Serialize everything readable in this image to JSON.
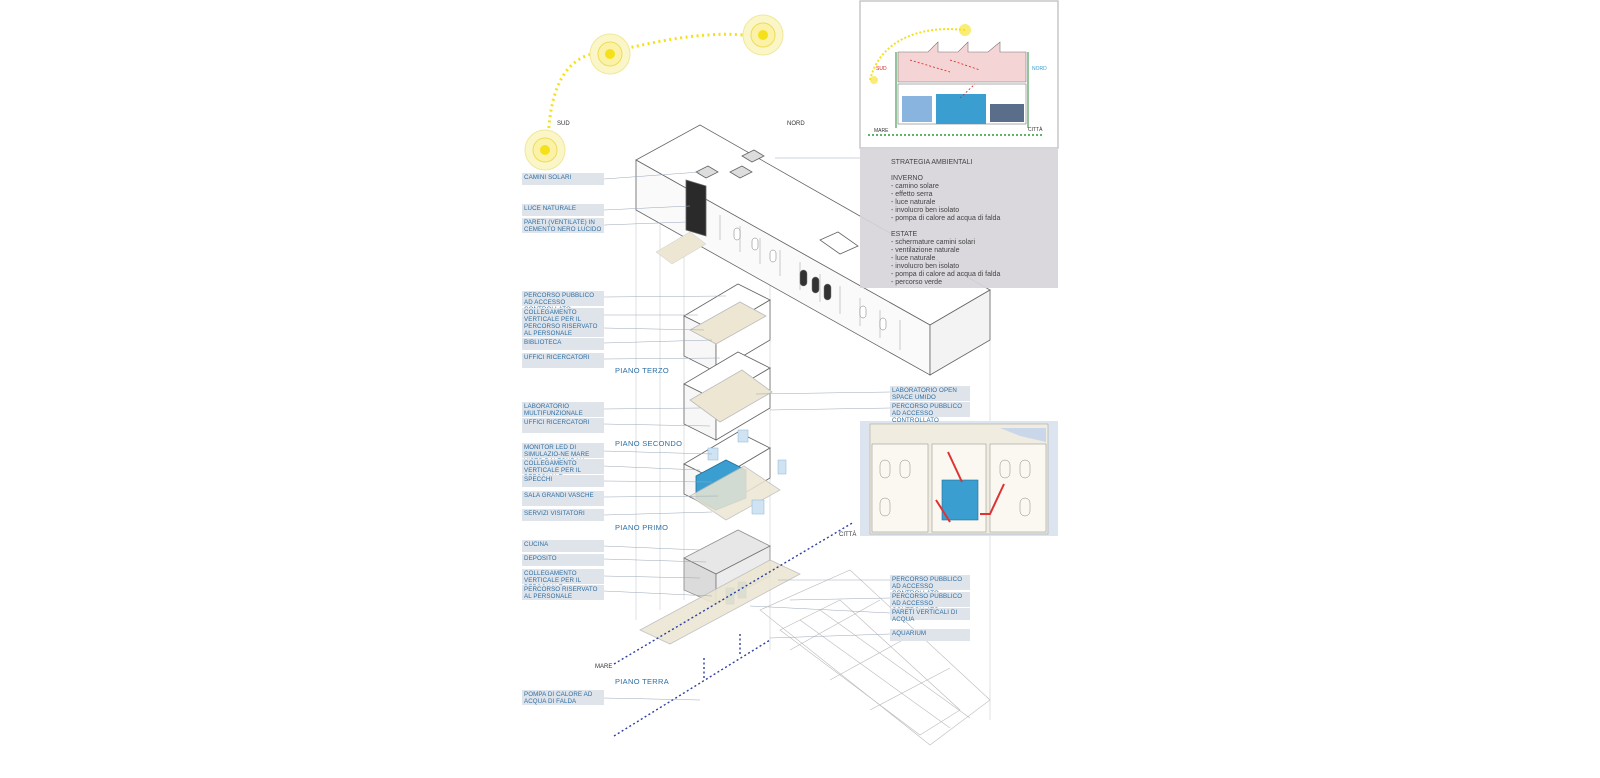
{
  "compass": {
    "sud": "SUD",
    "nord": "NORD",
    "mare": "MARE",
    "citta": "CITTÀ"
  },
  "section_top": {
    "sud": "SUD",
    "nord": "NORD",
    "mare": "MARE",
    "citta": "CITTÀ"
  },
  "strategy": {
    "title": "STRATEGIA AMBIENTALI",
    "winter_title": "INVERNO",
    "winter_items": [
      "- camino solare",
      "- effetto serra",
      "- luce naturale",
      "- involucro ben isolato",
      "- pompa di calore ad acqua di falda"
    ],
    "summer_title": "ESTATE",
    "summer_items": [
      "- schermature camini solari",
      "- ventilazione naturale",
      "- luce naturale",
      "- involucro ben isolato",
      "- pompa di calore ad acqua di falda",
      "- percorso verde"
    ]
  },
  "floors": {
    "terzo": "PIANO TERZO",
    "secondo": "PIANO SECONDO",
    "primo": "PIANO PRIMO",
    "terra": "PIANO TERRA"
  },
  "labels_left": [
    "CAMINI SOLARI",
    "LUCE NATURALE",
    "PARETI (VENTILATE) IN CEMENTO NERO LUCIDO",
    "PERCORSO PUBBLICO  AD ACCESSO CONTROLLATO",
    "COLLEGAMENTO VERTICALE PER IL PERSONALE",
    "PERCORSO RISERVATO AL PERSONALE",
    "BIBLIOTECA",
    "UFFICI RICERCATORI",
    "LABORATORIO MULTIFUNZIONALE",
    "UFFICI RICERCATORI",
    "MONITOR LED DI SIMULAZIO-NE MARE VISTO DAI FONDALI",
    "COLLEGAMENTO VERTICALE PER IL PERSONALE",
    "SPECCHI",
    "SALA GRANDI VASCHE",
    "SERVIZI VISITATORI",
    "CUCINA",
    "DEPOSITO",
    "COLLEGAMENTO VERTICALE PER IL PERSONALE",
    "PERCORSO RISERVATO AL PERSONALE",
    "POMPA DI CALORE AD ACQUA DI FALDA"
  ],
  "labels_right": [
    "LABORATORIO OPEN SPACE UMIDO",
    "PERCORSO PUBBLICO  AD ACCESSO CONTROLLATO",
    "PERCORSO PUBBLICO  AD ACCESSO CONTROLLATO",
    "PERCORSO PUBBLICO  AD ACCESSO CONTROLLATO",
    "PARETI VERTICALI DI ACQUA",
    "AQUARIUM"
  ],
  "colors": {
    "label_bg": "#dfe3ea",
    "label_text": "#2d6fa3",
    "sun_path": "#f5e11a",
    "aquarium_blue": "#3a9fd0",
    "sea_city_axis": "#2b3fa0",
    "strategy_bg": "#d7d5da"
  }
}
